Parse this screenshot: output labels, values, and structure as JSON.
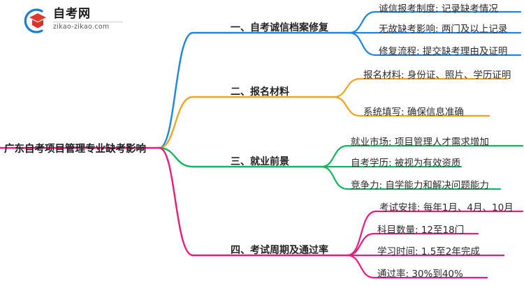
{
  "logo": {
    "title": "自考网",
    "subtitle": "zikao-zikao.com",
    "mark_icon": "graduation-cap-in-circle-icon",
    "arc_color": "#1a7fd4",
    "cap_color": "#e03a2f"
  },
  "mindmap": {
    "root": {
      "label": "广东自考项目管理专业缺考影响"
    },
    "branches": [
      {
        "label": "一、自考诚信档案修复",
        "color": "#1b84e7",
        "children": [
          {
            "label": "诚信报考制度: 记录缺考情况"
          },
          {
            "label": "无故缺考影响: 两门及以上记录"
          },
          {
            "label": "修复流程: 提交缺考理由及证明"
          }
        ]
      },
      {
        "label": "二、报名材料",
        "color": "#f0a422",
        "children": [
          {
            "label": "报名材料: 身份证、照片、学历证明"
          },
          {
            "label": "系统填写: 确保信息准确"
          }
        ]
      },
      {
        "label": "三、就业前景",
        "color": "#10b65e",
        "children": [
          {
            "label": "就业市场: 项目管理人才需求增加"
          },
          {
            "label": "自考学历: 被视为有效资质"
          },
          {
            "label": "竞争力: 自学能力和解决问题能力"
          }
        ]
      },
      {
        "label": "四、考试周期及通过率",
        "color": "#ec1a7b",
        "children": [
          {
            "label": "考试安排: 每年1月、4月、10月"
          },
          {
            "label": "科目数量: 12至18门"
          },
          {
            "label": "学习时间: 1.5至2年完成"
          },
          {
            "label": "通过率: 30%到40%"
          }
        ]
      }
    ]
  }
}
